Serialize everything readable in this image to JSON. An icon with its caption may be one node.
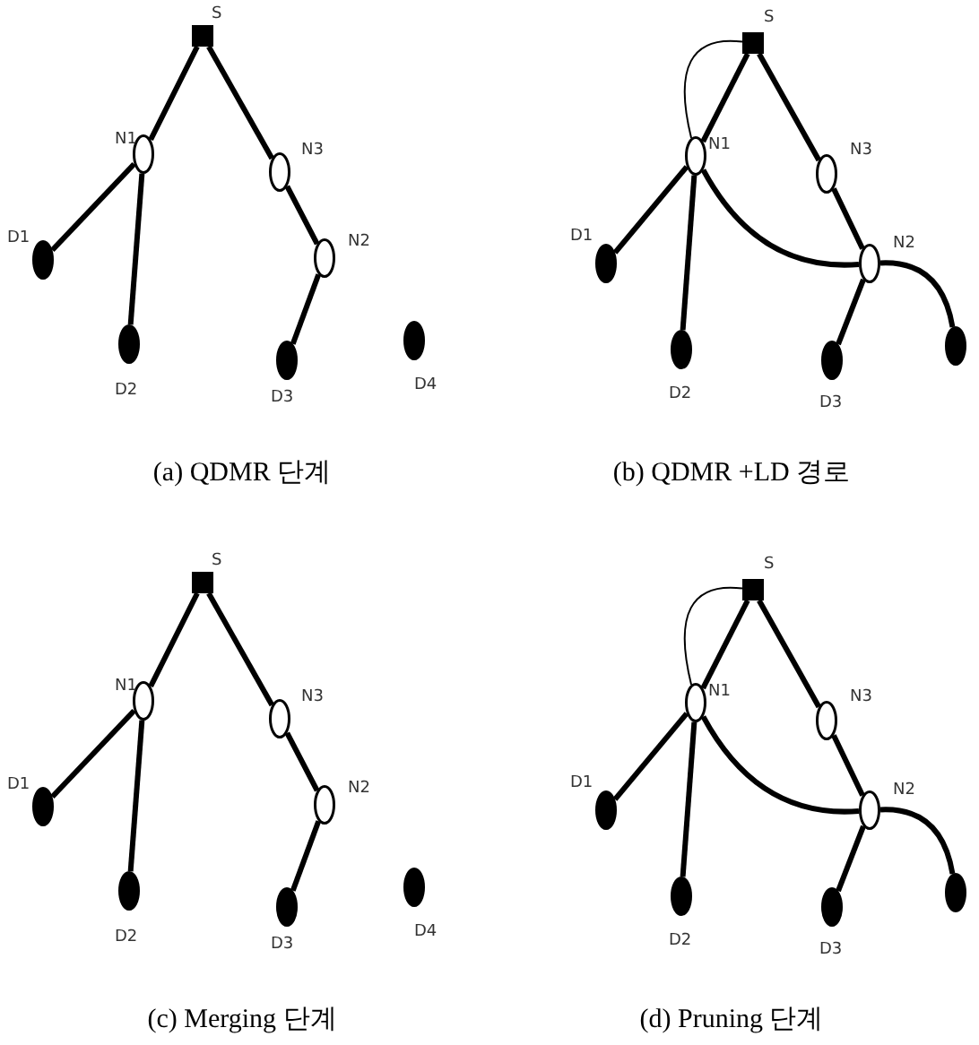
{
  "diagram": {
    "nodes": [
      {
        "text": [],
        "shape": "box",
        "beside": [
          "S"
        ]
      },
      {
        "text": [],
        "shape": "circle",
        "beside": [
          "N1"
        ]
      },
      {
        "text": [],
        "shape": "circle",
        "beside": [
          "N3"
        ]
      },
      {
        "text": [],
        "shape": "circle",
        "beside": [
          "N2"
        ]
      },
      {
        "text": [],
        "shape": "circle",
        "beside": [
          "D1"
        ]
      },
      {
        "text": [],
        "shape": "circle",
        "beside": [
          "D2"
        ]
      },
      {
        "text": [],
        "shape": "circle",
        "beside": [
          "D3"
        ]
      },
      {
        "text": [],
        "shape": "circle",
        "beside": [
          "D4"
        ]
      },
      {
        "text": [],
        "shape": "box",
        "beside": [
          "S"
        ]
      },
      {
        "text": [],
        "shape": "circle",
        "beside": [
          "N1"
        ]
      },
      {
        "text": [],
        "shape": "circle",
        "beside": [
          "N3"
        ]
      },
      {
        "text": [],
        "shape": "circle",
        "beside": [
          "N2"
        ]
      },
      {
        "text": [],
        "shape": "circle",
        "beside": [
          "D1"
        ]
      },
      {
        "text": [],
        "shape": "circle",
        "beside": [
          "D2"
        ]
      },
      {
        "text": [],
        "shape": "circle",
        "beside": [
          "D3"
        ]
      },
      {
        "text": [],
        "shape": "circle"
      },
      {
        "text": [],
        "shape": "box",
        "beside": [
          "S"
        ]
      },
      {
        "text": [],
        "shape": "circle",
        "beside": [
          "N1"
        ]
      },
      {
        "text": [],
        "shape": "circle",
        "beside": [
          "N3"
        ]
      },
      {
        "text": [],
        "shape": "circle",
        "beside": [
          "N2"
        ]
      },
      {
        "text": [],
        "shape": "circle",
        "beside": [
          "D1"
        ]
      },
      {
        "text": [],
        "shape": "circle",
        "beside": [
          "D2"
        ]
      },
      {
        "text": [],
        "shape": "circle",
        "beside": [
          "D3"
        ]
      },
      {
        "text": [],
        "shape": "circle",
        "beside": [
          "D4"
        ]
      },
      {
        "text": [],
        "shape": "box",
        "beside": [
          "S"
        ]
      },
      {
        "text": [],
        "shape": "circle",
        "beside": [
          "N1"
        ]
      },
      {
        "text": [],
        "shape": "circle",
        "beside": [
          "N3"
        ]
      },
      {
        "text": [],
        "shape": "circle",
        "beside": [
          "N2"
        ]
      },
      {
        "text": [],
        "shape": "circle",
        "beside": [
          "D1"
        ]
      },
      {
        "text": [],
        "shape": "circle",
        "beside": [
          "D2"
        ]
      },
      {
        "text": [],
        "shape": "circle",
        "beside": [
          "D3"
        ]
      },
      {
        "text": [],
        "shape": "circle"
      }
    ],
    "edges": [
      {
        "from": 0,
        "to": 1,
        "arrow": "none"
      },
      {
        "from": 0,
        "to": 2,
        "arrow": "none"
      },
      {
        "from": 1,
        "to": 4,
        "arrow": "none"
      },
      {
        "from": 1,
        "to": 5,
        "arrow": "none"
      },
      {
        "from": 2,
        "to": 3,
        "arrow": "none"
      },
      {
        "from": 3,
        "to": 6,
        "arrow": "none"
      },
      {
        "from": 8,
        "to": 9,
        "arrow": "none"
      },
      {
        "from": 8,
        "to": 9,
        "arrow": "none"
      },
      {
        "from": 8,
        "to": 10,
        "arrow": "none"
      },
      {
        "from": 9,
        "to": 12,
        "arrow": "none"
      },
      {
        "from": 9,
        "to": 13,
        "arrow": "none"
      },
      {
        "from": 9,
        "to": 11,
        "arrow": "none"
      },
      {
        "from": 10,
        "to": 11,
        "arrow": "none"
      },
      {
        "from": 11,
        "to": 14,
        "arrow": "none"
      },
      {
        "from": 11,
        "to": 15,
        "arrow": "none"
      },
      {
        "from": 16,
        "to": 17,
        "arrow": "none"
      },
      {
        "from": 16,
        "to": 18,
        "arrow": "none"
      },
      {
        "from": 17,
        "to": 20,
        "arrow": "none"
      },
      {
        "from": 17,
        "to": 21,
        "arrow": "none"
      },
      {
        "from": 18,
        "to": 19,
        "arrow": "none"
      },
      {
        "from": 19,
        "to": 22,
        "arrow": "none"
      },
      {
        "from": 24,
        "to": 25,
        "arrow": "none"
      },
      {
        "from": 24,
        "to": 25,
        "arrow": "none"
      },
      {
        "from": 24,
        "to": 26,
        "arrow": "none"
      },
      {
        "from": 25,
        "to": 28,
        "arrow": "none"
      },
      {
        "from": 25,
        "to": 29,
        "arrow": "none"
      },
      {
        "from": 25,
        "to": 27,
        "arrow": "none"
      },
      {
        "from": 26,
        "to": 27,
        "arrow": "none"
      },
      {
        "from": 27,
        "to": 30,
        "arrow": "none"
      },
      {
        "from": 27,
        "to": 31,
        "arrow": "none"
      }
    ],
    "labels": [
      "(a) QDMR 단계",
      "(b) QDMR +LD 경로",
      "(c) Merging 단계",
      "(d) Pruning 단계"
    ]
  }
}
